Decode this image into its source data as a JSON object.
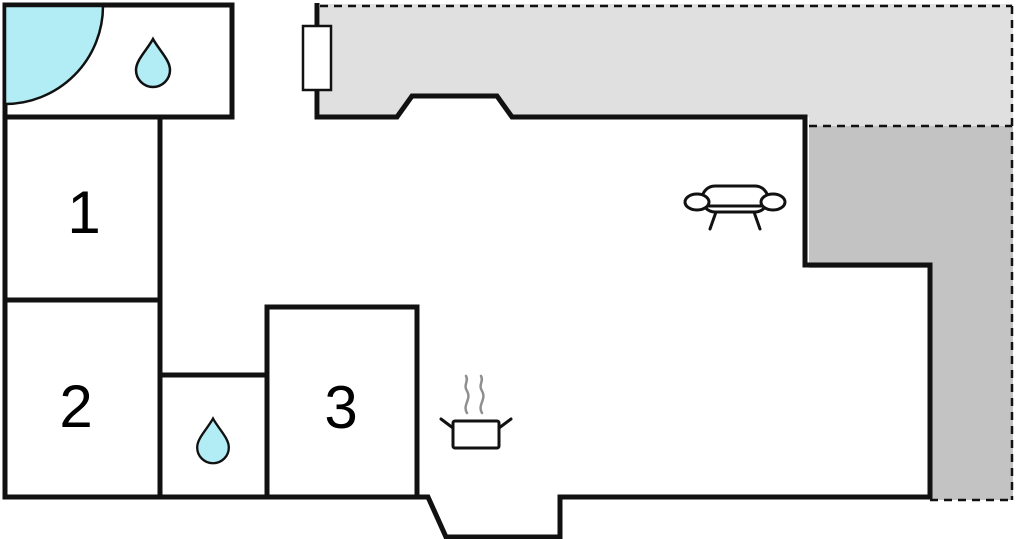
{
  "floorplan": {
    "type": "floor-plan",
    "rooms": [
      {
        "label": "1"
      },
      {
        "label": "2"
      },
      {
        "label": "3"
      }
    ],
    "areas": [
      {
        "name": "bathroom"
      },
      {
        "name": "wc"
      },
      {
        "name": "living-area"
      },
      {
        "name": "terrace-top"
      },
      {
        "name": "terrace-right"
      }
    ],
    "icons": [
      "corner-bathtub-icon",
      "water-drop-icon",
      "water-drop-icon",
      "sofa-icon",
      "cooking-pot-icon",
      "steam-icon",
      "window-icon"
    ],
    "colors": {
      "water": "#b2ecf4",
      "terrace-top": "#e0e0e0",
      "terrace-right": "#c3c3c3",
      "wall": "#111111",
      "floor": "#ffffff",
      "steam": "#8f8f8f"
    }
  }
}
